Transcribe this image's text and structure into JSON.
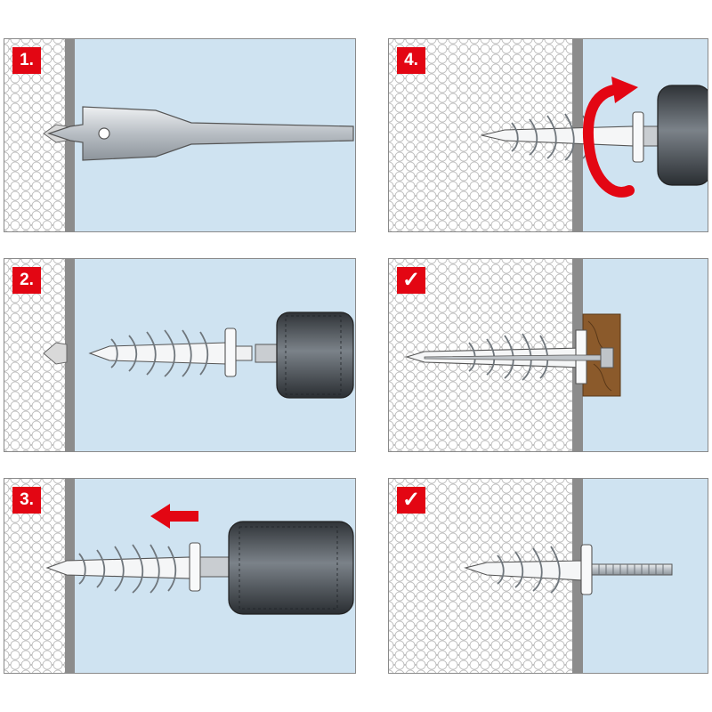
{
  "steps": [
    {
      "label": "1.",
      "icon": "spade-drill-bit"
    },
    {
      "label": "2.",
      "icon": "insulation-anchor-on-drill"
    },
    {
      "label": "3.",
      "icon": "insert-anchor-arrow"
    },
    {
      "label": "4.",
      "icon": "rotate-anchor"
    },
    {
      "label": "✓",
      "icon": "check-mark-mounted-wood"
    },
    {
      "label": "✓",
      "icon": "check-mark-mounted-bolt"
    }
  ],
  "colors": {
    "accent": "#e30613",
    "wall_sky": "#cfe3f1",
    "insulation": "#f0f0f0",
    "plaster": "#8c8c8c",
    "metal": "#c8ccd0",
    "drill_chuck": "#4a4f55",
    "wood": "#8b5a2b"
  }
}
